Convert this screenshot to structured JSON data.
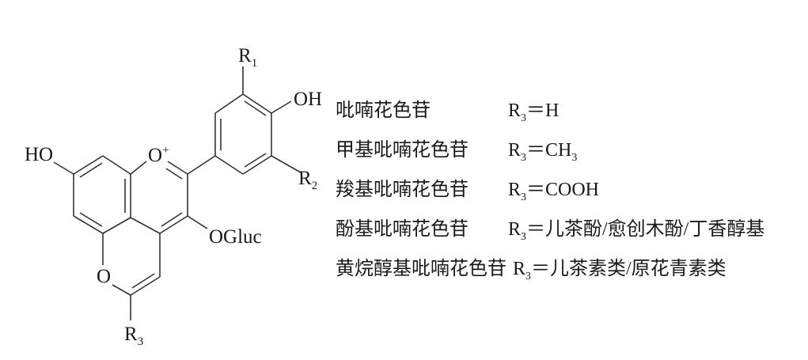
{
  "structure": {
    "atoms": {
      "r1": {
        "main": "R",
        "sub": "1"
      },
      "r2": {
        "main": "R",
        "sub": "2"
      },
      "r3": {
        "main": "R",
        "sub": "3"
      },
      "oh_right": "OH",
      "ho_left": "HO",
      "o_plus": {
        "main": "O",
        "sup": "+"
      },
      "o_ring": "O",
      "ogluc": "OGluc"
    }
  },
  "table": {
    "rows": [
      {
        "name": "吡喃花色苷",
        "r": "R",
        "sub": "3",
        "eq": "＝H"
      },
      {
        "name": "甲基吡喃花色苷",
        "r": "R",
        "sub": "3",
        "eq": "＝CH",
        "eq_sub": "3"
      },
      {
        "name": "羧基吡喃花色苷",
        "r": "R",
        "sub": "3",
        "eq": "＝COOH"
      },
      {
        "name": "酚基吡喃花色苷",
        "r": "R",
        "sub": "3",
        "eq": "＝儿茶酚/愈创木酚/丁香醇基"
      },
      {
        "name": "黄烷醇基吡喃花色苷",
        "r": "R",
        "sub": "3",
        "eq": "＝儿茶素类/原花青素类"
      }
    ]
  }
}
